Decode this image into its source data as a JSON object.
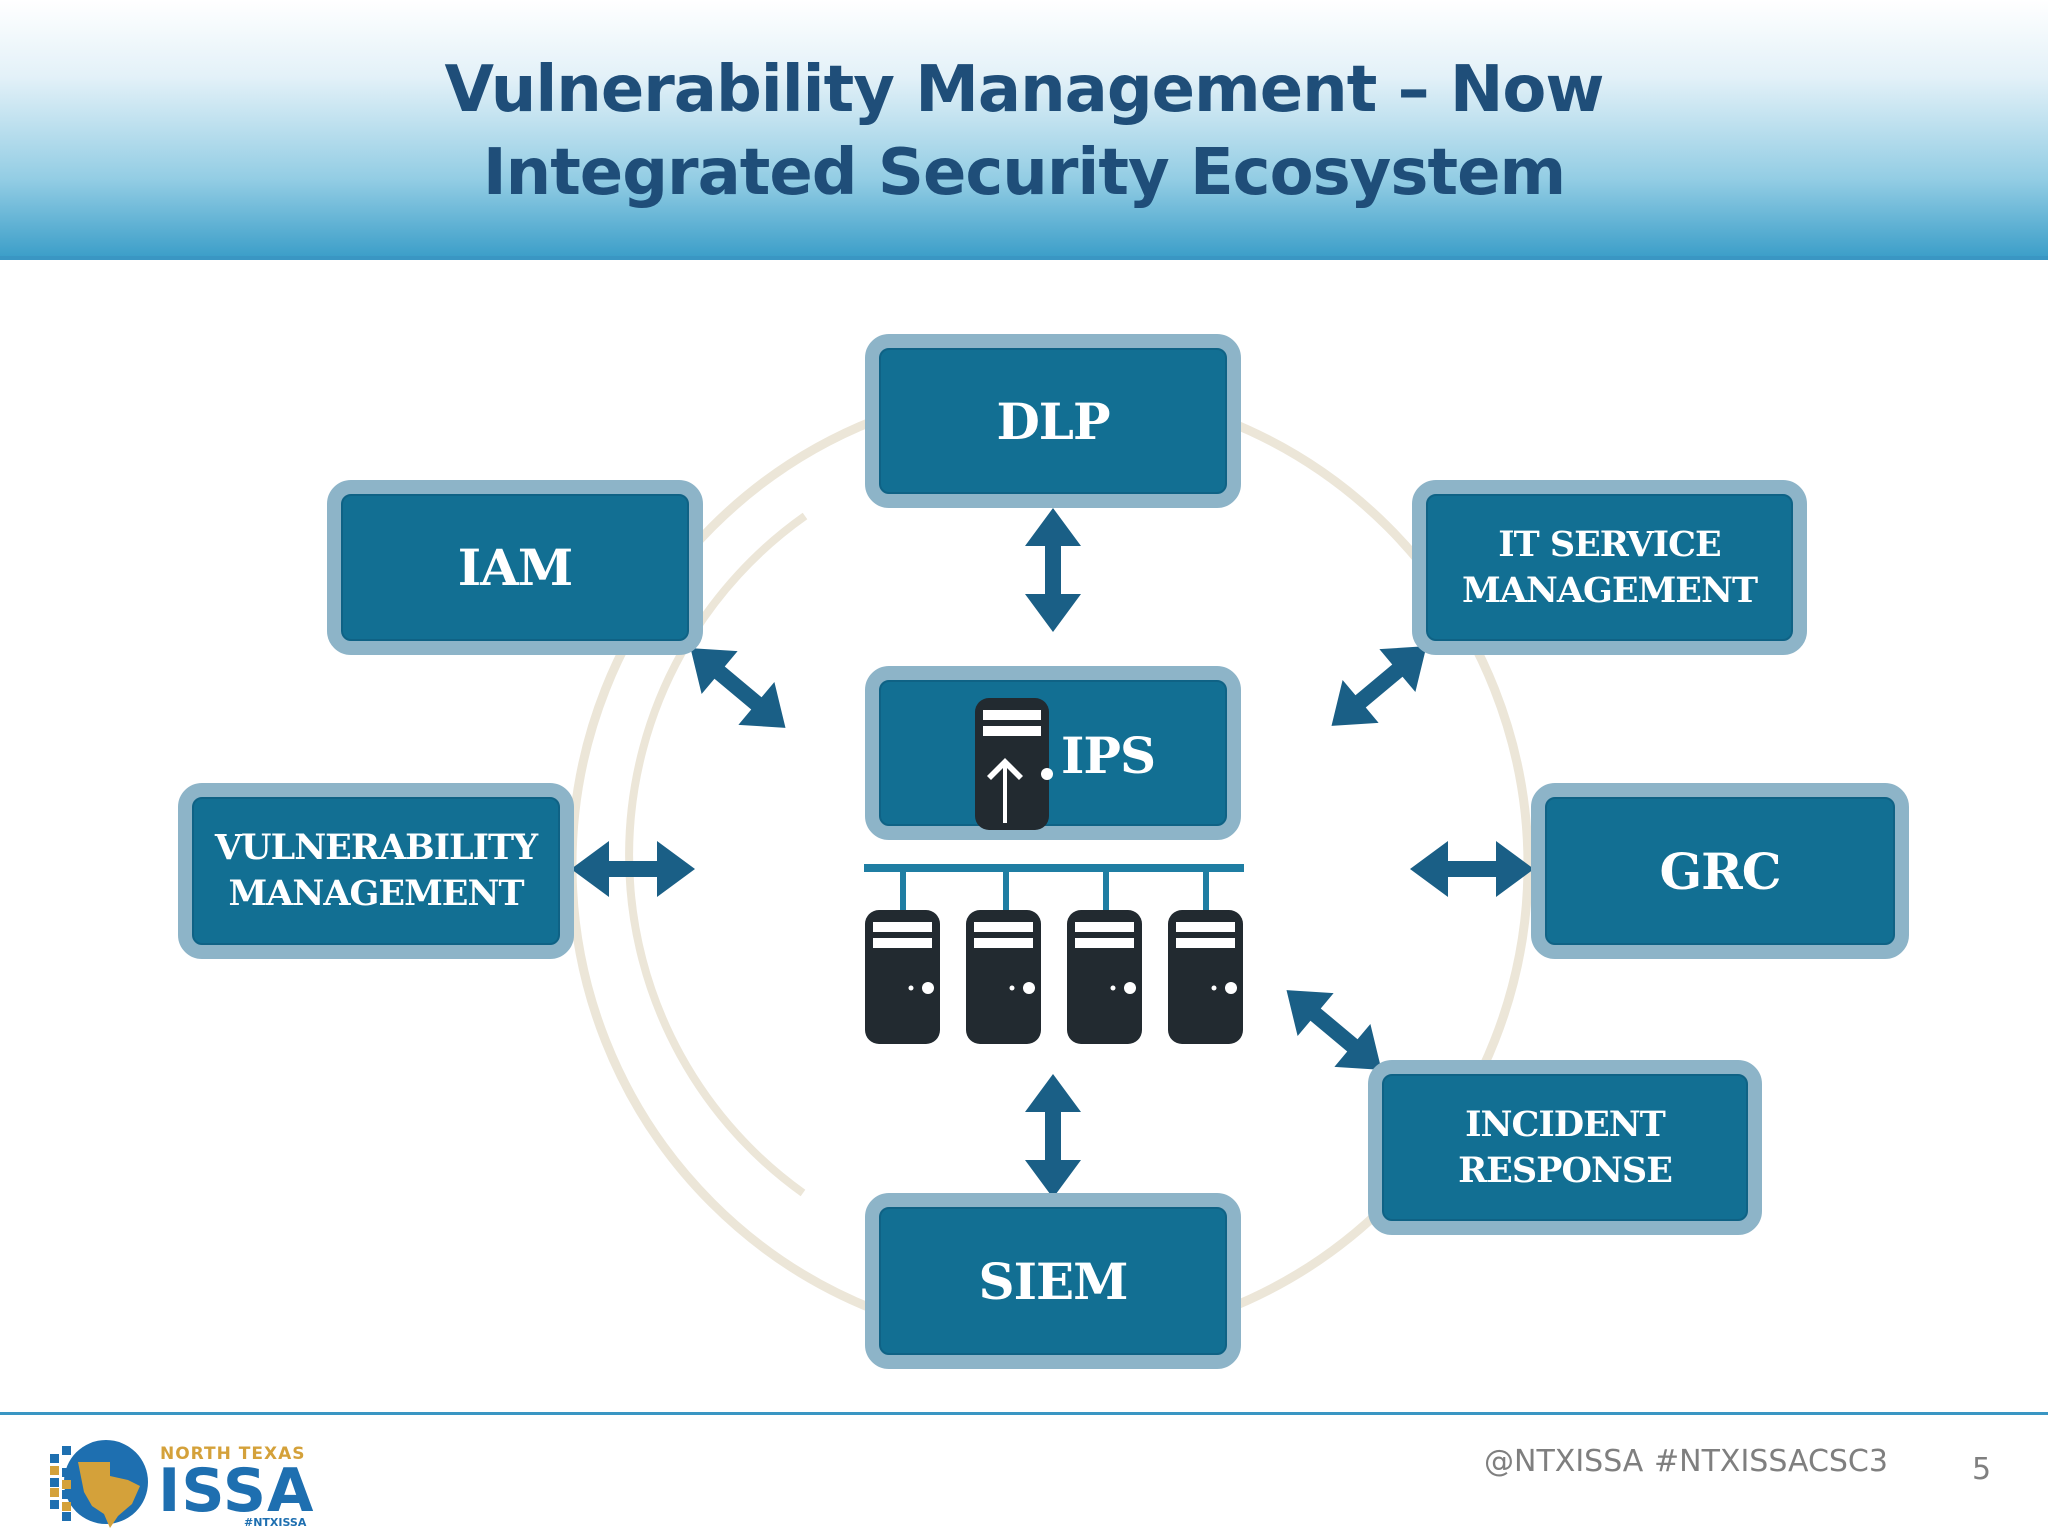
{
  "slide": {
    "title_line1": "Vulnerability Management – Now",
    "title_line2": "Integrated Security Ecosystem",
    "page_number": "5"
  },
  "diagram": {
    "center": "IPS",
    "nodes": {
      "dlp": "DLP",
      "iam": "IAM",
      "itsm_line1": "IT SERVICE",
      "itsm_line2": "MANAGEMENT",
      "vm_line1": "VULNERABILITY",
      "vm_line2": "MANAGEMENT",
      "grc": "GRC",
      "ir_line1": "INCIDENT",
      "ir_line2": "RESPONSE",
      "siem": "SIEM"
    }
  },
  "footer": {
    "twitter": "@NTXISSA",
    "hashtag": "#NTXISSACSC3",
    "org_top": "NORTH TEXAS",
    "org_main": "ISSA",
    "org_tag": "#NTXISSA"
  },
  "colors": {
    "box_fill": "#126f93",
    "box_border": "#8db4c8",
    "arrow": "#1a5f86",
    "title": "#1f4e79",
    "ring": "#ebe5d6"
  }
}
